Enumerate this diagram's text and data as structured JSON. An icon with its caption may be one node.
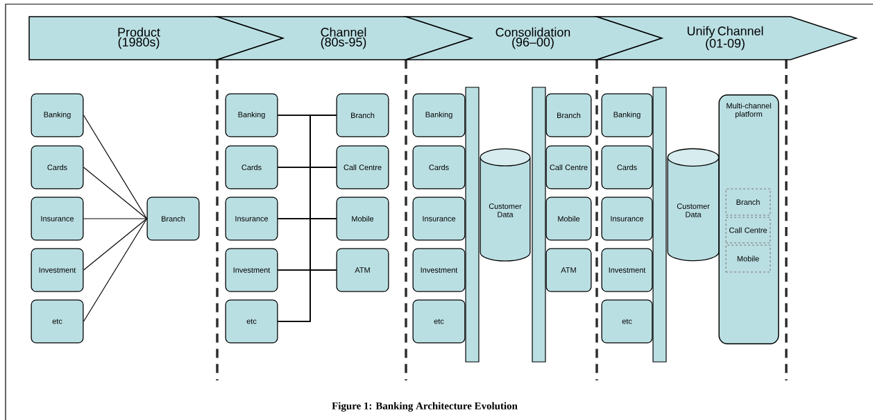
{
  "diagram": {
    "caption": "Figure 1: Banking Architecture Evolution",
    "nodes": [
      {
        "text": [
          "Product (1980s)"
        ]
      },
      {
        "text": [
          "Channel (80s-95)"
        ]
      },
      {
        "text": [
          "Consolidation (96–00)"
        ]
      },
      {
        "text": [
          "Unify Channel (01-09)"
        ]
      },
      {
        "text": [
          "Banking"
        ]
      },
      {
        "text": [
          "Cards"
        ]
      },
      {
        "text": [
          "Insurance"
        ]
      },
      {
        "text": [
          "Investment"
        ]
      },
      {
        "text": [
          "etc"
        ]
      },
      {
        "text": [
          "Branch"
        ]
      },
      {
        "text": [
          "Banking"
        ]
      },
      {
        "text": [
          "Cards"
        ]
      },
      {
        "text": [
          "Insurance"
        ]
      },
      {
        "text": [
          "Investment"
        ]
      },
      {
        "text": [
          "etc"
        ]
      },
      {
        "text": [
          "Branch"
        ]
      },
      {
        "text": [
          "Call Centre"
        ]
      },
      {
        "text": [
          "Mobile"
        ]
      },
      {
        "text": [
          "ATM"
        ]
      },
      {
        "text": [
          "Banking"
        ]
      },
      {
        "text": [
          "Cards"
        ]
      },
      {
        "text": [
          "Insurance"
        ]
      },
      {
        "text": [
          "Investment"
        ]
      },
      {
        "text": [
          "etc"
        ]
      },
      {
        "text": [],
        "shape": "bar"
      },
      {
        "text": [
          "Customer Data"
        ]
      },
      {
        "text": [],
        "shape": "bar"
      },
      {
        "text": [
          "Branch"
        ]
      },
      {
        "text": [
          "Call Centre"
        ]
      },
      {
        "text": [
          "Mobile"
        ]
      },
      {
        "text": [
          "ATM"
        ]
      },
      {
        "text": [
          "Banking"
        ]
      },
      {
        "text": [
          "Cards"
        ]
      },
      {
        "text": [
          "Insurance"
        ]
      },
      {
        "text": [
          "Investment"
        ]
      },
      {
        "text": [
          "etc"
        ]
      },
      {
        "text": [],
        "shape": "bar"
      },
      {
        "text": [
          "Customer Data"
        ]
      },
      {
        "text": [
          "Multi-channel platform"
        ]
      },
      {
        "text": [
          "Branch"
        ],
        "in": 38
      },
      {
        "text": [
          "Call Centre"
        ],
        "in": 38
      },
      {
        "text": [
          "Mobile"
        ],
        "in": 38
      }
    ],
    "edges": [
      {
        "from": 4,
        "to": 9,
        "arrow": "none"
      },
      {
        "from": 5,
        "to": 9,
        "arrow": "none"
      },
      {
        "from": 6,
        "to": 9,
        "arrow": "none"
      },
      {
        "from": 7,
        "to": 9,
        "arrow": "none"
      },
      {
        "from": 8,
        "to": 9,
        "arrow": "none"
      },
      {
        "from": 10,
        "to": 15,
        "arrow": "none"
      },
      {
        "from": 10,
        "to": 16,
        "arrow": "none"
      },
      {
        "from": 10,
        "to": 17,
        "arrow": "none"
      },
      {
        "from": 10,
        "to": 18,
        "arrow": "none"
      },
      {
        "from": 11,
        "to": 15,
        "arrow": "none"
      },
      {
        "from": 11,
        "to": 16,
        "arrow": "none"
      },
      {
        "from": 11,
        "to": 17,
        "arrow": "none"
      },
      {
        "from": 11,
        "to": 18,
        "arrow": "none"
      },
      {
        "from": 12,
        "to": 15,
        "arrow": "none"
      },
      {
        "from": 12,
        "to": 16,
        "arrow": "none"
      },
      {
        "from": 12,
        "to": 17,
        "arrow": "none"
      },
      {
        "from": 12,
        "to": 18,
        "arrow": "none"
      },
      {
        "from": 13,
        "to": 15,
        "arrow": "none"
      },
      {
        "from": 13,
        "to": 16,
        "arrow": "none"
      },
      {
        "from": 13,
        "to": 17,
        "arrow": "none"
      },
      {
        "from": 13,
        "to": 18,
        "arrow": "none"
      },
      {
        "from": 14,
        "to": 15,
        "arrow": "none"
      },
      {
        "from": 14,
        "to": 16,
        "arrow": "none"
      },
      {
        "from": 14,
        "to": 17,
        "arrow": "none"
      },
      {
        "from": 14,
        "to": 18,
        "arrow": "none"
      }
    ]
  }
}
